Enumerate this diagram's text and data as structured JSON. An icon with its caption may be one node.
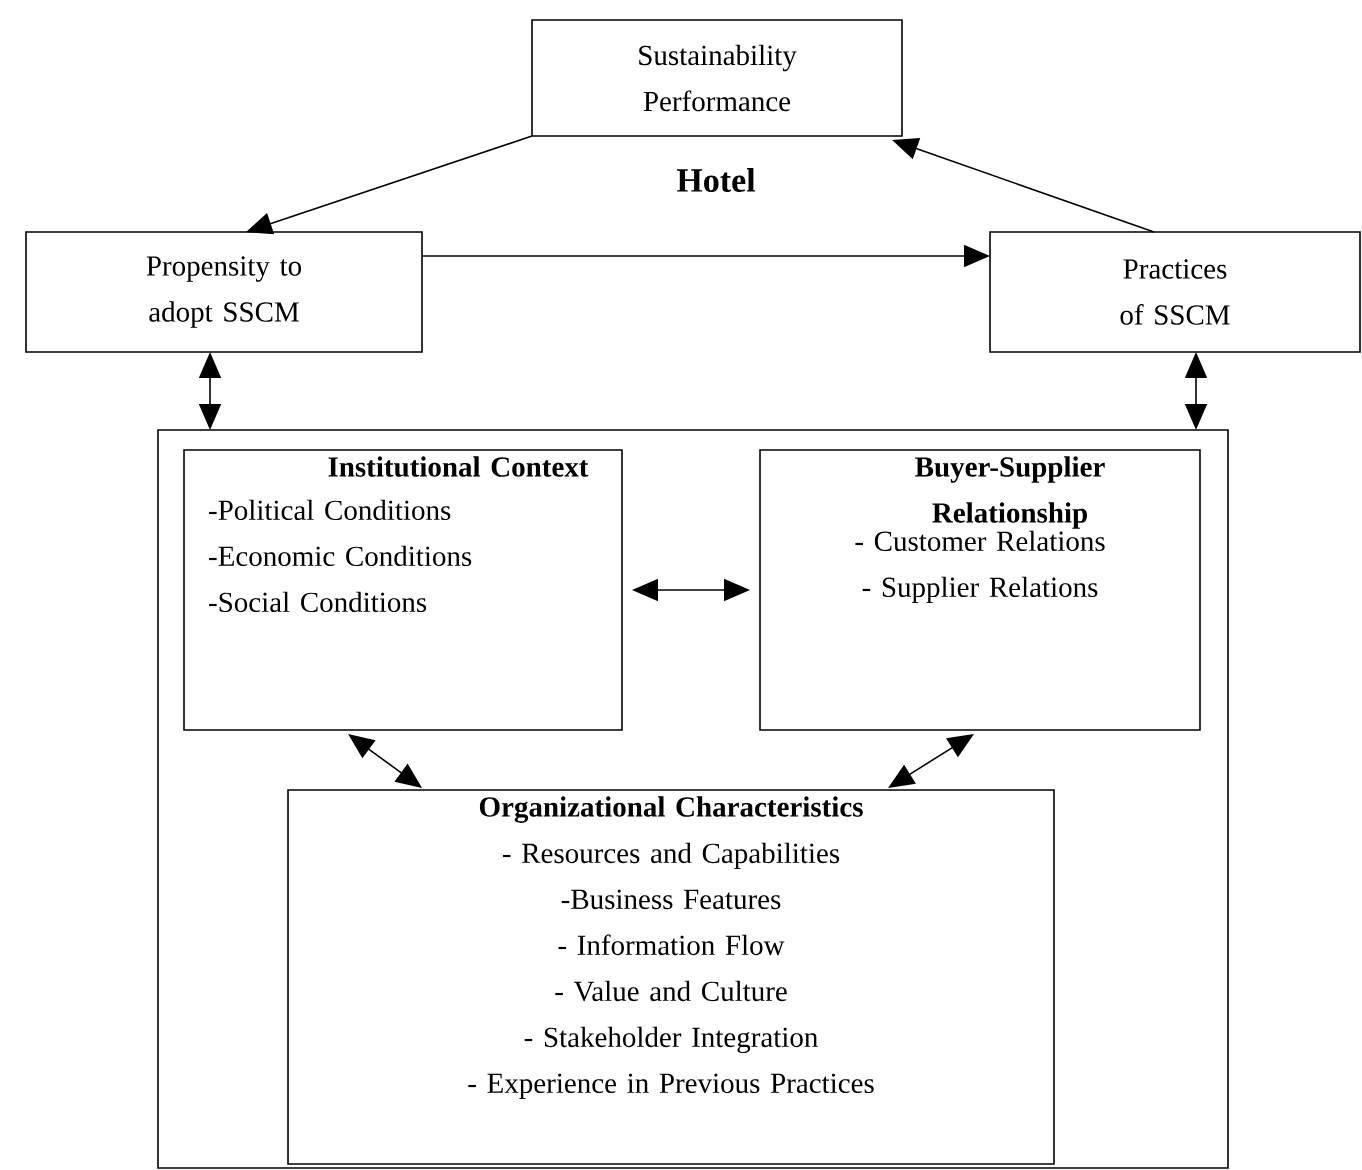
{
  "diagram": {
    "nodes": [
      {
        "text": [
          "Sustainability Performance"
        ]
      },
      {
        "text": [
          "Propensity to adopt SSCM"
        ]
      },
      {
        "text": [
          "Practices of SSCM"
        ]
      },
      {
        "text": [],
        "shape": "box"
      },
      {
        "text": [
          "Institutional Context",
          "-Political Conditions",
          "-Economic Conditions",
          "-Social Conditions"
        ],
        "in": 3
      },
      {
        "text": [
          "Buyer-Supplier Relationship",
          "- Customer Relations",
          "- Supplier Relations"
        ],
        "in": 3
      },
      {
        "text": [
          "Organizational Characteristics",
          "- Resources and Capabilities",
          "-Business Features",
          "- Information Flow",
          "- Value and Culture",
          "- Stakeholder Integration",
          "- Experience in Previous Practices"
        ],
        "in": 3
      }
    ],
    "edges": [
      {
        "from": 0,
        "to": 1,
        "arrow": "to"
      },
      {
        "from": 2,
        "to": 0,
        "arrow": "to"
      },
      {
        "from": 1,
        "to": 2,
        "arrow": "to"
      },
      {
        "from": 1,
        "to": 3,
        "arrow": "both"
      },
      {
        "from": 2,
        "to": 3,
        "arrow": "both"
      },
      {
        "from": 4,
        "to": 5,
        "arrow": "both"
      },
      {
        "from": 4,
        "to": 6,
        "arrow": "both"
      },
      {
        "from": 5,
        "to": 6,
        "arrow": "both"
      }
    ],
    "labels": [
      "Hotel"
    ]
  }
}
